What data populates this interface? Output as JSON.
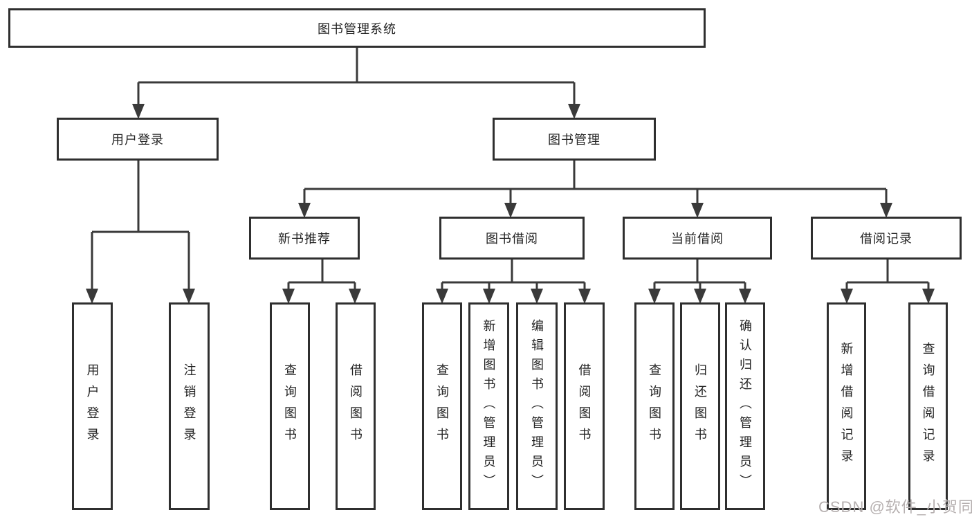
{
  "nodes": {
    "root": {
      "label": "图书管理系统"
    },
    "user_login": {
      "label": "用户登录"
    },
    "book_mgmt": {
      "label": "图书管理"
    },
    "new_book": {
      "label": "新书推荐"
    },
    "book_borrow": {
      "label": "图书借阅"
    },
    "current_borrow": {
      "label": "当前借阅"
    },
    "borrow_records": {
      "label": "借阅记录"
    },
    "leaf_user_login": {
      "label": "用户登录"
    },
    "leaf_logout": {
      "label": "注销登录"
    },
    "leaf_nb_query": {
      "label": "查询图书"
    },
    "leaf_nb_borrow": {
      "label": "借阅图书"
    },
    "leaf_bb_query": {
      "label": "查询图书"
    },
    "leaf_bb_add": {
      "label": "新增图书（管理员）"
    },
    "leaf_bb_edit": {
      "label": "编辑图书（管理员）"
    },
    "leaf_bb_borrow": {
      "label": "借阅图书"
    },
    "leaf_cb_query": {
      "label": "查询图书"
    },
    "leaf_cb_return": {
      "label": "归还图书"
    },
    "leaf_cb_confirm": {
      "label": "确认归还（管理员）"
    },
    "leaf_br_add": {
      "label": "新增借阅记录"
    },
    "leaf_br_query": {
      "label": "查询借阅记录"
    }
  },
  "hierarchy": {
    "图书管理系统": {
      "用户登录": [
        "用户登录",
        "注销登录"
      ],
      "图书管理": {
        "新书推荐": [
          "查询图书",
          "借阅图书"
        ],
        "图书借阅": [
          "查询图书",
          "新增图书（管理员）",
          "编辑图书（管理员）",
          "借阅图书"
        ],
        "当前借阅": [
          "查询图书",
          "归还图书",
          "确认归还（管理员）"
        ],
        "借阅记录": [
          "新增借阅记录",
          "查询借阅记录"
        ]
      }
    }
  },
  "watermark": {
    "text": "CSDN @软件_小贺同学",
    "color": "#b6b0b0"
  },
  "colors": {
    "line": "#3a3a3a",
    "border": "#2f2f2f",
    "text": "#232323",
    "background": "#ffffff"
  }
}
